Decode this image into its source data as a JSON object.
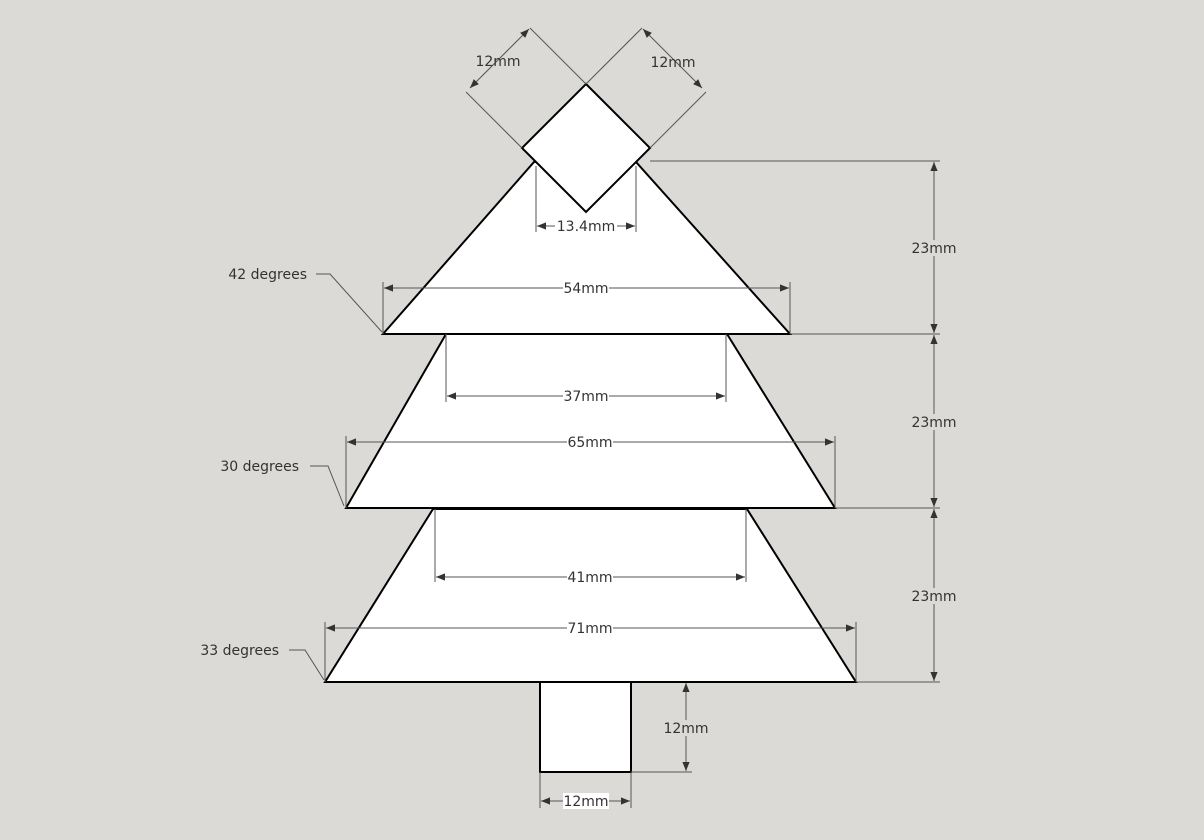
{
  "colors": {
    "background": "#dcdad6",
    "shape_fill": "#ffffff",
    "outline": "#000000",
    "dimension_line": "#555555",
    "text": "#333333"
  },
  "dimensions": {
    "star_side_left": "12mm",
    "star_side_right": "12mm",
    "star_base_width": "13.4mm",
    "tier1_width": "54mm",
    "tier1_height": "23mm",
    "tier2_top_width": "37mm",
    "tier2_bottom_width": "65mm",
    "tier2_height": "23mm",
    "tier3_top_width": "41mm",
    "tier3_bottom_width": "71mm",
    "tier3_height": "23mm",
    "trunk_height": "12mm",
    "trunk_width": "12mm"
  },
  "angles": {
    "tier1": "42 degrees",
    "tier2": "30 degrees",
    "tier3": "33 degrees"
  }
}
